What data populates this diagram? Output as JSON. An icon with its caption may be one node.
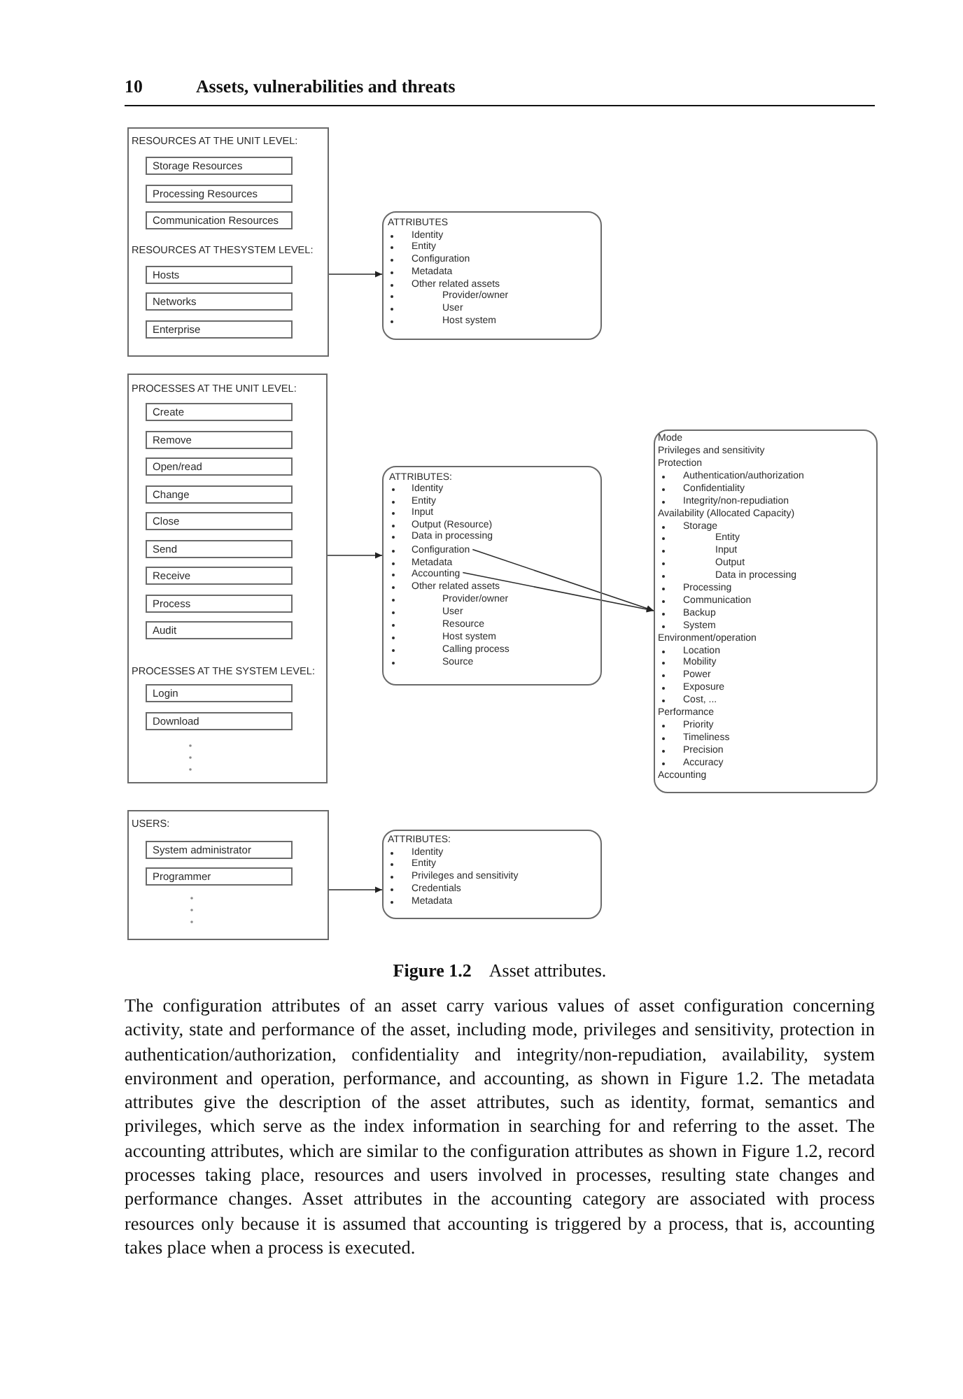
{
  "diagram": {
    "caption": "**Figure 1.2** Asset attributes.",
    "nodes": [
      {
        "text": [
          "RESOURCES AT THE UNIT LEVEL:",
          "RESOURCES AT THESYSTEM LEVEL:"
        ]
      },
      {
        "text": [
          "Storage Resources"
        ],
        "in": 0
      },
      {
        "text": [
          "Processing Resources"
        ],
        "in": 0
      },
      {
        "text": [
          "Communication Resources"
        ],
        "in": 0
      },
      {
        "text": [
          "Hosts"
        ],
        "in": 0
      },
      {
        "text": [
          "Networks"
        ],
        "in": 0
      },
      {
        "text": [
          "Enterprise"
        ],
        "in": 0
      },
      {
        "text": [
          "ATTRIBUTES",
          "Identity",
          "Entity",
          "Configuration",
          "Metadata",
          "Other related assets",
          "Provider/owner",
          "User",
          "Host system"
        ]
      },
      {
        "text": [
          "PROCESSES AT THE UNIT LEVEL:",
          "PROCESSES AT THE SYSTEM LEVEL:"
        ]
      },
      {
        "text": [
          "Create"
        ],
        "in": 8
      },
      {
        "text": [
          "Remove"
        ],
        "in": 8
      },
      {
        "text": [
          "Open/read"
        ],
        "in": 8
      },
      {
        "text": [
          "Change"
        ],
        "in": 8
      },
      {
        "text": [
          "Close"
        ],
        "in": 8
      },
      {
        "text": [
          "Send"
        ],
        "in": 8
      },
      {
        "text": [
          "Receive"
        ],
        "in": 8
      },
      {
        "text": [
          "Process"
        ],
        "in": 8
      },
      {
        "text": [
          "Audit"
        ],
        "in": 8
      },
      {
        "text": [
          "Login"
        ],
        "in": 8
      },
      {
        "text": [
          "Download"
        ],
        "in": 8
      },
      {
        "text": [
          "ATTRIBUTES:",
          "Identity",
          "Entity",
          "Input",
          "Output (Resource)",
          "Data in processing",
          "Metadata",
          "Other related assets",
          "Provider/owner",
          "User",
          "Resource",
          "Host system",
          "Calling process",
          "Source"
        ]
      },
      {
        "text": [
          "Configuration"
        ],
        "in": 20
      },
      {
        "text": [
          "Accounting"
        ],
        "in": 20
      },
      {
        "text": [
          "Mode",
          "Privileges and sensitivity",
          "Protection",
          "Authentication/authorization",
          "Confidentiality",
          "Integrity/non-repudiation",
          "Availability (Allocated Capacity)",
          "Storage",
          "Entity",
          "Input",
          "Output",
          "Data in processing",
          "Processing",
          "Communication",
          "Backup",
          "System",
          "Environment/operation",
          "Location",
          "Mobility",
          "Power",
          "Exposure",
          "Cost, ...",
          "Performance",
          "Priority",
          "Timeliness",
          "Precision",
          "Accuracy",
          "Accounting"
        ]
      },
      {
        "text": [
          "USERS:"
        ]
      },
      {
        "text": [
          "System administrator"
        ],
        "in": 24
      },
      {
        "text": [
          "Programmer"
        ],
        "in": 24
      },
      {
        "text": [
          "ATTRIBUTES:",
          "Identity",
          "Entity",
          "Privileges and sensitivity",
          "Credentials",
          "Metadata"
        ]
      }
    ],
    "edges": [
      {
        "from": 0,
        "to": 7,
        "arrow": "to"
      },
      {
        "from": 8,
        "to": 20,
        "arrow": "to"
      },
      {
        "from": 21,
        "to": 23,
        "arrow": "to"
      },
      {
        "from": 22,
        "to": 23,
        "arrow": "to"
      },
      {
        "from": 24,
        "to": 27,
        "arrow": "to"
      }
    ],
    "labels": [
      "10",
      "Assets, vulnerabilities and threats",
      "The configuration attributes of an asset carry various values of asset configuration concerning activity, state and performance of the asset, including mode, privileges and sensitivity, protection in authentication/authorization, confidentiality and integrity/non-repudiation, availability, system environment and operation, performance, and accounting, as shown in Figure 1.2. The metadata attributes give the description of the asset attributes, such as identity, format, semantics and privileges, which serve as the index information in searching for and referring to the asset. The accounting attributes, which are similar to the configuration attributes as shown in Figure 1.2, record processes taking place, resources and users involved in processes, resulting state changes and performance changes. Asset attributes in the accounting category are associated with process resources only because it is assumed that accounting is triggered by a process, that is, accounting takes place when a process is executed."
    ]
  }
}
